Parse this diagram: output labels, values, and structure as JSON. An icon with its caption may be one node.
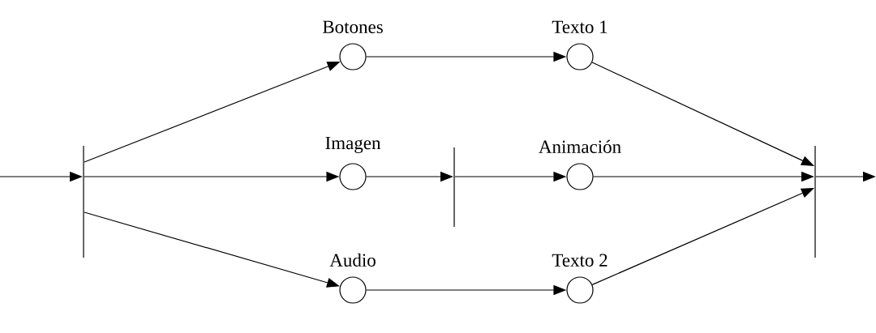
{
  "diagram": {
    "nodes": [
      {
        "text": [],
        "shape": "bar"
      },
      {
        "text": [
          "Botones"
        ]
      },
      {
        "text": [
          "Texto 1"
        ]
      },
      {
        "text": [
          "Imagen"
        ]
      },
      {
        "text": [],
        "shape": "bar"
      },
      {
        "text": [
          "Animación"
        ]
      },
      {
        "text": [
          "Audio"
        ]
      },
      {
        "text": [
          "Texto 2"
        ]
      },
      {
        "text": [],
        "shape": "bar"
      }
    ],
    "edges": [
      {
        "from": null,
        "to": 0,
        "arrow": "to"
      },
      {
        "from": 0,
        "to": 1,
        "arrow": "to"
      },
      {
        "from": 0,
        "to": 3,
        "arrow": "to"
      },
      {
        "from": 0,
        "to": 6,
        "arrow": "to"
      },
      {
        "from": 1,
        "to": 2,
        "arrow": "to"
      },
      {
        "from": 3,
        "to": 4,
        "arrow": "to"
      },
      {
        "from": 4,
        "to": 5,
        "arrow": "to"
      },
      {
        "from": 6,
        "to": 7,
        "arrow": "to"
      },
      {
        "from": 2,
        "to": 8,
        "arrow": "to"
      },
      {
        "from": 5,
        "to": 8,
        "arrow": "to"
      },
      {
        "from": 7,
        "to": 8,
        "arrow": "to"
      },
      {
        "from": 8,
        "to": null,
        "arrow": "to"
      }
    ]
  }
}
